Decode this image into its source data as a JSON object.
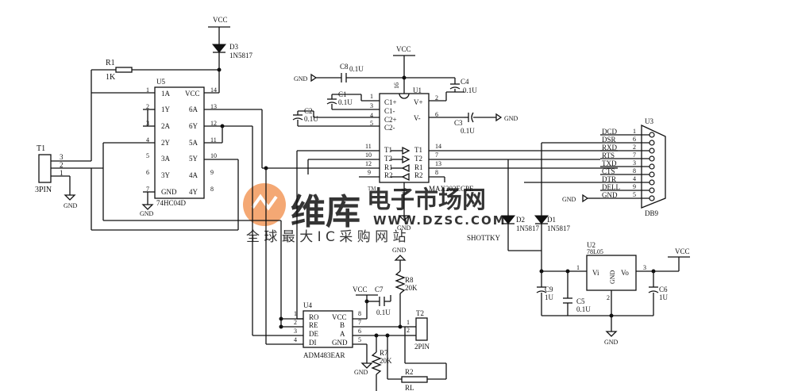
{
  "labels": {
    "vcc": "VCC",
    "gnd": "GND"
  },
  "u5": {
    "ref": "U5",
    "part": "74HC04D",
    "pins_left": [
      "1A",
      "1Y",
      "2A",
      "2Y",
      "3A",
      "3Y",
      "GND"
    ],
    "pins_left_num": [
      "1",
      "2",
      "3",
      "4",
      "5",
      "6",
      "7"
    ],
    "pins_right": [
      "VCC",
      "6A",
      "6Y",
      "5A",
      "5Y",
      "4A",
      "4Y"
    ],
    "pins_right_num": [
      "14",
      "13",
      "12",
      "11",
      "10",
      "9",
      "8"
    ]
  },
  "u1": {
    "ref": "U1",
    "part": "MAX202ECPE",
    "pins_left": [
      "C1+",
      "C1-",
      "C2+",
      "C2-",
      "T1",
      "T2",
      "R1",
      "R2"
    ],
    "pins_left_num": [
      "1",
      "3",
      "4",
      "5",
      "11",
      "10",
      "12",
      "9"
    ],
    "pins_right": [
      "V+",
      "V-",
      "T1",
      "T2",
      "R1",
      "R2"
    ],
    "pins_right_num": [
      "2",
      "6",
      "14",
      "7",
      "13",
      "8"
    ],
    "pin_top": "16",
    "pin_bottom": "15"
  },
  "u3": {
    "ref": "U3",
    "part": "DB9",
    "signals": [
      "DCD",
      "DSR",
      "RXD",
      "RTS",
      "TXD",
      "CTS",
      "DTR",
      "DELL",
      "GND"
    ],
    "pins": [
      "1",
      "6",
      "2",
      "7",
      "3",
      "8",
      "4",
      "9",
      "5"
    ]
  },
  "u4": {
    "ref": "U4",
    "part": "ADM483EAR",
    "pins_left": [
      "RO",
      "RE",
      "DE",
      "DI"
    ],
    "pins_left_num": [
      "1",
      "2",
      "3",
      "4"
    ],
    "pins_right": [
      "VCC",
      "B",
      "A",
      "GND"
    ],
    "pins_right_num": [
      "8",
      "7",
      "6",
      "5"
    ]
  },
  "u2": {
    "ref": "U2",
    "part": "78L05",
    "vi": "Vi",
    "vo": "Vo",
    "gnd": "GND",
    "pin1": "1",
    "pin2": "2",
    "pin3": "3"
  },
  "t1": {
    "ref": "T1",
    "part": "3PIN",
    "pins": [
      "3",
      "2",
      "1"
    ]
  },
  "t2": {
    "ref": "T2",
    "part": "2PIN",
    "pins": [
      "1",
      "2"
    ]
  },
  "r1": {
    "ref": "R1",
    "value": "1K"
  },
  "r2": {
    "ref": "R2",
    "value": "RL"
  },
  "r7": {
    "ref": "R7",
    "value": "20K"
  },
  "r8": {
    "ref": "R8",
    "value": "20K"
  },
  "d1": {
    "ref": "D1",
    "value": "1N5817"
  },
  "d2": {
    "ref": "D2",
    "value": "1N5817"
  },
  "d3": {
    "ref": "D3",
    "value": "1N5817"
  },
  "c1": {
    "ref": "C1",
    "value": "0.1U"
  },
  "c2": {
    "ref": "C2",
    "value": "0.1U"
  },
  "c3": {
    "ref": "C3",
    "value": "0.1U"
  },
  "c4": {
    "ref": "C4",
    "value": "0.1U"
  },
  "c5": {
    "ref": "C5",
    "value": "0.1U"
  },
  "c6": {
    "ref": "C6",
    "value": "1U"
  },
  "c7": {
    "ref": "C7",
    "value": "0.1U"
  },
  "c8": {
    "ref": "C8",
    "value": "0.1U"
  },
  "c9": {
    "ref": "C9",
    "value": "1U"
  },
  "misc": {
    "tm": "TM",
    "shottky": "SHOTTKY"
  },
  "watermark": {
    "main": "维库",
    "sub": "电子市场网",
    "url": "WWW.DZSC.COM",
    "slogan": "全 球 最 大 I C 采 购 网 站"
  },
  "colors": {
    "ink": "#111111",
    "watermark": "#f39a5c",
    "watermark_light": "#f7b487"
  }
}
